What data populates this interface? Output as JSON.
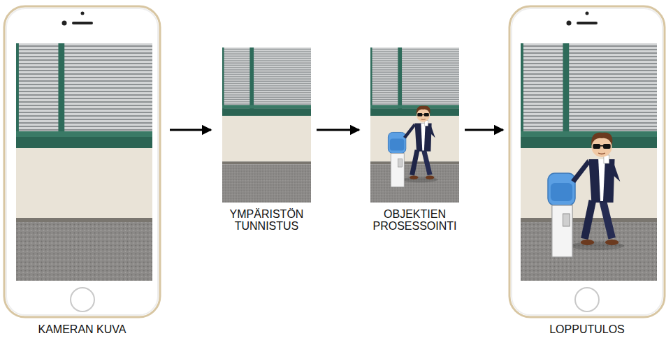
{
  "diagram": {
    "nodes": [
      {
        "text": [
          "KAMERAN KUVA"
        ]
      },
      {
        "text": [
          "YMPÄRISTÖN TUNNISTUS"
        ]
      },
      {
        "text": [
          "OBJEKTIEN PROSESSOINTI"
        ]
      },
      {
        "text": [
          "LOPPUTULOS"
        ]
      }
    ],
    "edges": [
      {
        "from": 0,
        "to": 1,
        "arrow": "to"
      },
      {
        "from": 1,
        "to": 2,
        "arrow": "to"
      },
      {
        "from": 2,
        "to": 3,
        "arrow": "to"
      }
    ]
  }
}
